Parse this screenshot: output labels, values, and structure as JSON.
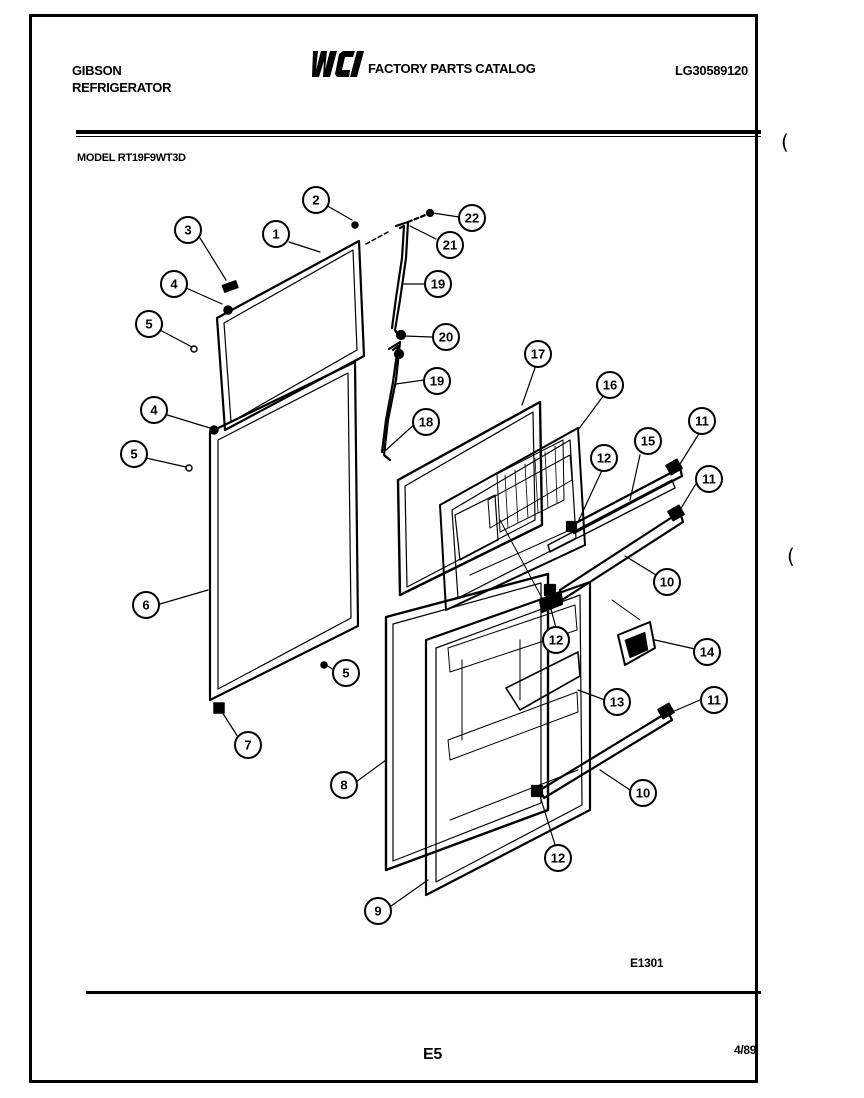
{
  "header": {
    "brand_line1": "GIBSON",
    "brand_line2": "REFRIGERATOR",
    "logo_text": "WCI",
    "catalog_title": "FACTORY PARTS CATALOG",
    "catalog_number": "LG30589120",
    "model_label": "MODEL RT19F9WT3D"
  },
  "diagram": {
    "code": "E1301",
    "callouts": [
      {
        "id": "c1",
        "label": "1"
      },
      {
        "id": "c2",
        "label": "2"
      },
      {
        "id": "c3",
        "label": "3"
      },
      {
        "id": "c4a",
        "label": "4"
      },
      {
        "id": "c5a",
        "label": "5"
      },
      {
        "id": "c4b",
        "label": "4"
      },
      {
        "id": "c5b",
        "label": "5"
      },
      {
        "id": "c6",
        "label": "6"
      },
      {
        "id": "c5c",
        "label": "5"
      },
      {
        "id": "c7",
        "label": "7"
      },
      {
        "id": "c22",
        "label": "22"
      },
      {
        "id": "c21",
        "label": "21"
      },
      {
        "id": "c19a",
        "label": "19"
      },
      {
        "id": "c20",
        "label": "20"
      },
      {
        "id": "c19b",
        "label": "19"
      },
      {
        "id": "c18",
        "label": "18"
      },
      {
        "id": "c17",
        "label": "17"
      },
      {
        "id": "c16",
        "label": "16"
      },
      {
        "id": "c12a",
        "label": "12"
      },
      {
        "id": "c15",
        "label": "15"
      },
      {
        "id": "c11a",
        "label": "11"
      },
      {
        "id": "c11b",
        "label": "11"
      },
      {
        "id": "c10a",
        "label": "10"
      },
      {
        "id": "c12b",
        "label": "12"
      },
      {
        "id": "c14",
        "label": "14"
      },
      {
        "id": "c13",
        "label": "13"
      },
      {
        "id": "c11c",
        "label": "11"
      },
      {
        "id": "c10b",
        "label": "10"
      },
      {
        "id": "c8",
        "label": "8"
      },
      {
        "id": "c12c",
        "label": "12"
      },
      {
        "id": "c9",
        "label": "9"
      }
    ]
  },
  "footer": {
    "page_number": "E5",
    "date": "4/89"
  },
  "margin_marks": [
    "(",
    "("
  ]
}
